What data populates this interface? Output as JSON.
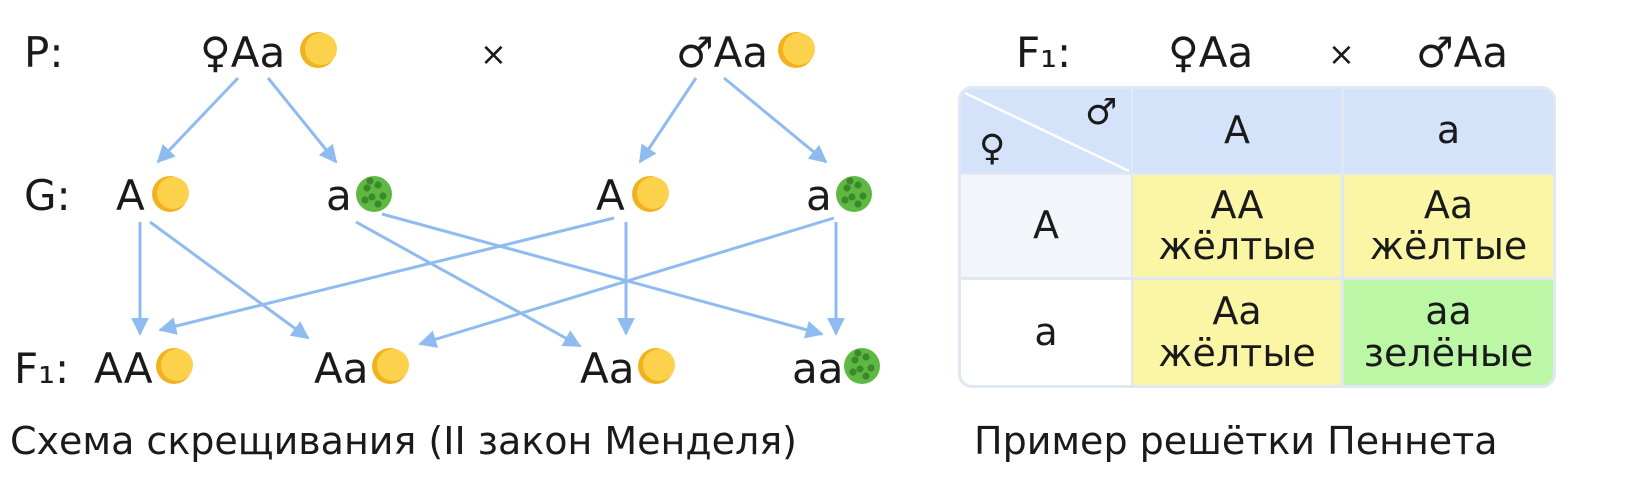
{
  "colors": {
    "arrow": "#8fbcf0",
    "yellow_pea": "#fcd24c",
    "yellow_pea_shade": "#f1b21f",
    "green_pea": "#5fb842",
    "green_pea_dark": "#2f7a25",
    "table_header": "#d4e3f9",
    "yellow_cell": "#fbf5a6",
    "green_cell": "#bcf7a6"
  },
  "scheme": {
    "p_label": "P:",
    "g_label": "G:",
    "f1_label": "F₁:",
    "female": "♀",
    "male": "♂",
    "parent_genotype": "Aa",
    "cross": "×",
    "gametes": [
      "A",
      "a",
      "A",
      "a"
    ],
    "offspring": [
      "AA",
      "Aa",
      "Aa",
      "aa"
    ],
    "caption": "Схема скрещивания (II закон Менделя)"
  },
  "punnett": {
    "f1_label": "F₁:",
    "female_parent": "♀Aa",
    "cross": "×",
    "male_parent": "♂Aa",
    "corner_female": "♀",
    "corner_male": "♂",
    "col_headers": [
      "A",
      "a"
    ],
    "row_headers": [
      "A",
      "a"
    ],
    "cells": [
      [
        "AA жёлтые",
        "Aa жёлтые"
      ],
      [
        "Aa жёлтые",
        "aa зелёные"
      ]
    ],
    "caption": "Пример решётки Пеннета"
  }
}
